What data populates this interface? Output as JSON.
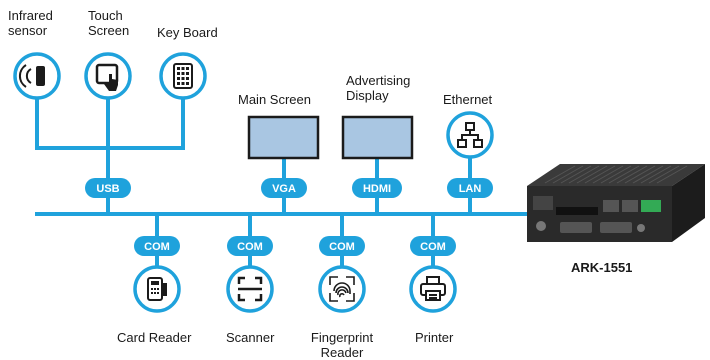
{
  "colors": {
    "bus": "#1fa2dc",
    "badge": "#1fa2dc",
    "icon_ring": "#1fa2dc",
    "icon_fill": "#1b1b1b",
    "screen_fill": "#a9c6e2",
    "screen_border": "#1b1b1b",
    "device_body": "#2a2a2a"
  },
  "devices_top": [
    {
      "label": "Infrared\nsensor",
      "icon": "infrared-sensor-icon"
    },
    {
      "label": "Touch\nScreen",
      "icon": "touch-screen-icon"
    },
    {
      "label": "Key Board",
      "icon": "keyboard-icon"
    }
  ],
  "displays": [
    {
      "label": "Main Screen"
    },
    {
      "label": "Advertising\nDisplay"
    }
  ],
  "ethernet": {
    "label": "Ethernet",
    "icon": "network-icon"
  },
  "top_badges": [
    "USB",
    "VGA",
    "HDMI",
    "LAN"
  ],
  "com_badges": [
    "COM",
    "COM",
    "COM",
    "COM"
  ],
  "devices_bottom": [
    {
      "label": "Card Reader",
      "icon": "card-reader-icon"
    },
    {
      "label": "Scanner",
      "icon": "scanner-icon"
    },
    {
      "label": "Fingerprint\nReader",
      "icon": "fingerprint-icon"
    },
    {
      "label": "Printer",
      "icon": "printer-icon"
    }
  ],
  "product": {
    "label": "ARK-1551",
    "icon": "embedded-pc-image"
  }
}
